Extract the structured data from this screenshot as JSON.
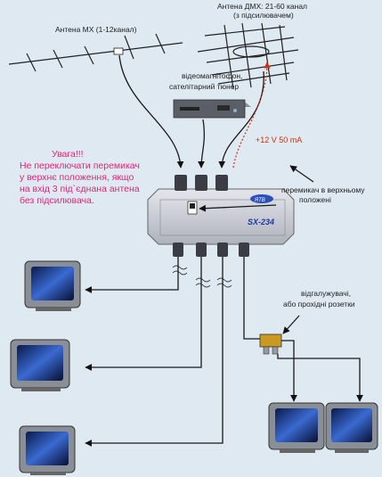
{
  "labels": {
    "antenna_mv": "Антена МХ (1-12канал)",
    "antenna_dmv_line1": "Антена ДМХ: 21-60 канал",
    "antenna_dmv_line2": "(з підсилювачем)",
    "vcr_line1": "відеомагнітофон,",
    "vcr_line2": "сателітарний тюнер",
    "power": "+12 V 50 mA",
    "switch_line1": "перемикач в верхньому",
    "switch_line2": "положені",
    "splitter_line1": "відгалужувачі,",
    "splitter_line2": "або прохідні розетки",
    "device_model": "SX-234",
    "device_logo": "ЯТВ"
  },
  "warning": {
    "line1": "Увага!!!",
    "line2": "Не переключати перемикач",
    "line3": "у верхнє положення, якщо",
    "line4": "на вхід 3 під`єднана антена",
    "line5": "без підсилювача."
  },
  "colors": {
    "background": "#dfe9f1",
    "warning": "#e0247a",
    "power_line": "#d03010",
    "device_body": "#c9ccd4",
    "device_logo": "#2b4fb8"
  }
}
